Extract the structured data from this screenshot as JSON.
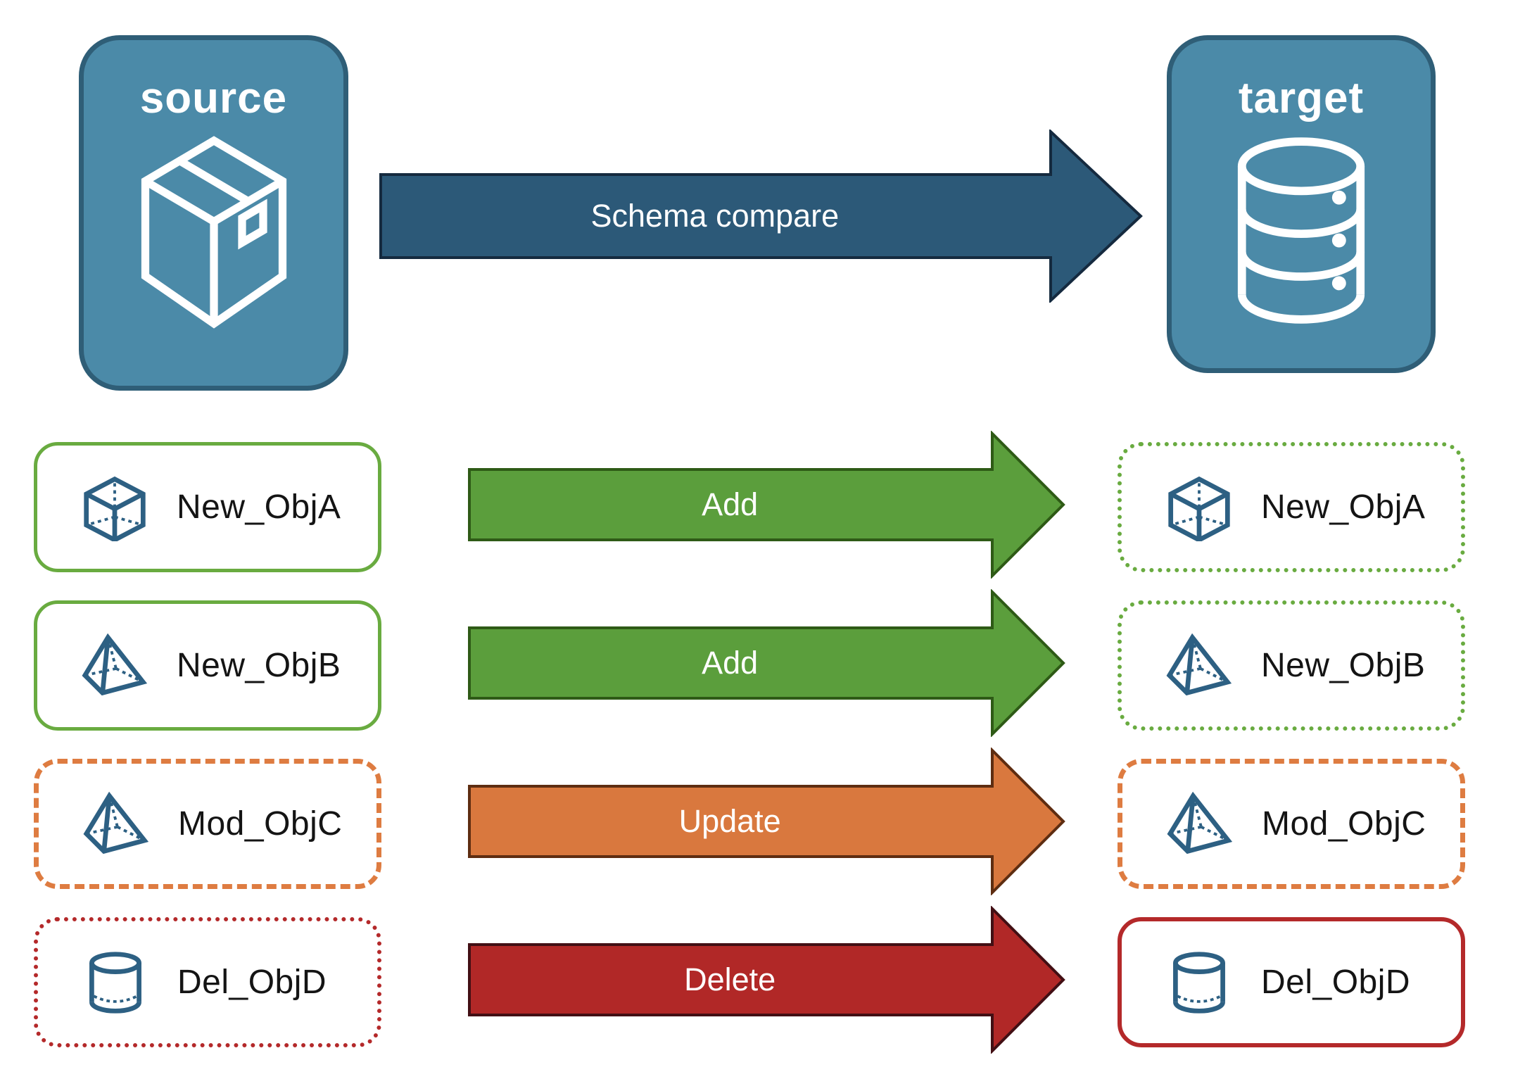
{
  "source_panel": {
    "label": "source",
    "icon": "package-icon"
  },
  "target_panel": {
    "label": "target",
    "icon": "database-icon"
  },
  "schema_arrow": {
    "label": "Schema compare"
  },
  "rows": [
    {
      "name": "New_ObjA",
      "icon": "cube-icon",
      "action": "Add",
      "source_style": "solid-green",
      "target_style": "dotted-green"
    },
    {
      "name": "New_ObjB",
      "icon": "pyramid-icon",
      "action": "Add",
      "source_style": "solid-green",
      "target_style": "dotted-green"
    },
    {
      "name": "Mod_ObjC",
      "icon": "pyramid-icon",
      "action": "Update",
      "source_style": "dashed-orange",
      "target_style": "dashed-orange"
    },
    {
      "name": "Del_ObjD",
      "icon": "cylinder-icon",
      "action": "Delete",
      "source_style": "dotted-red",
      "target_style": "solid-red"
    }
  ],
  "colors": {
    "panel-fill": "#4B8AA8",
    "panel-border": "#2F5E77",
    "schema-arrow-fill": "#2C5978",
    "schema-arrow-border": "#152A3F",
    "add-green": "#5B9E3C",
    "add-green-border": "#2E5A16",
    "update-orange": "#D9783E",
    "update-orange-border": "#5E2D11",
    "delete-red": "#B12827",
    "delete-red-border": "#420F14",
    "outline-green": "#69AB40",
    "outline-orange": "#DE7C41",
    "outline-red": "#B4292A",
    "icon-blue": "#2D6083",
    "label-text": "#141414"
  }
}
